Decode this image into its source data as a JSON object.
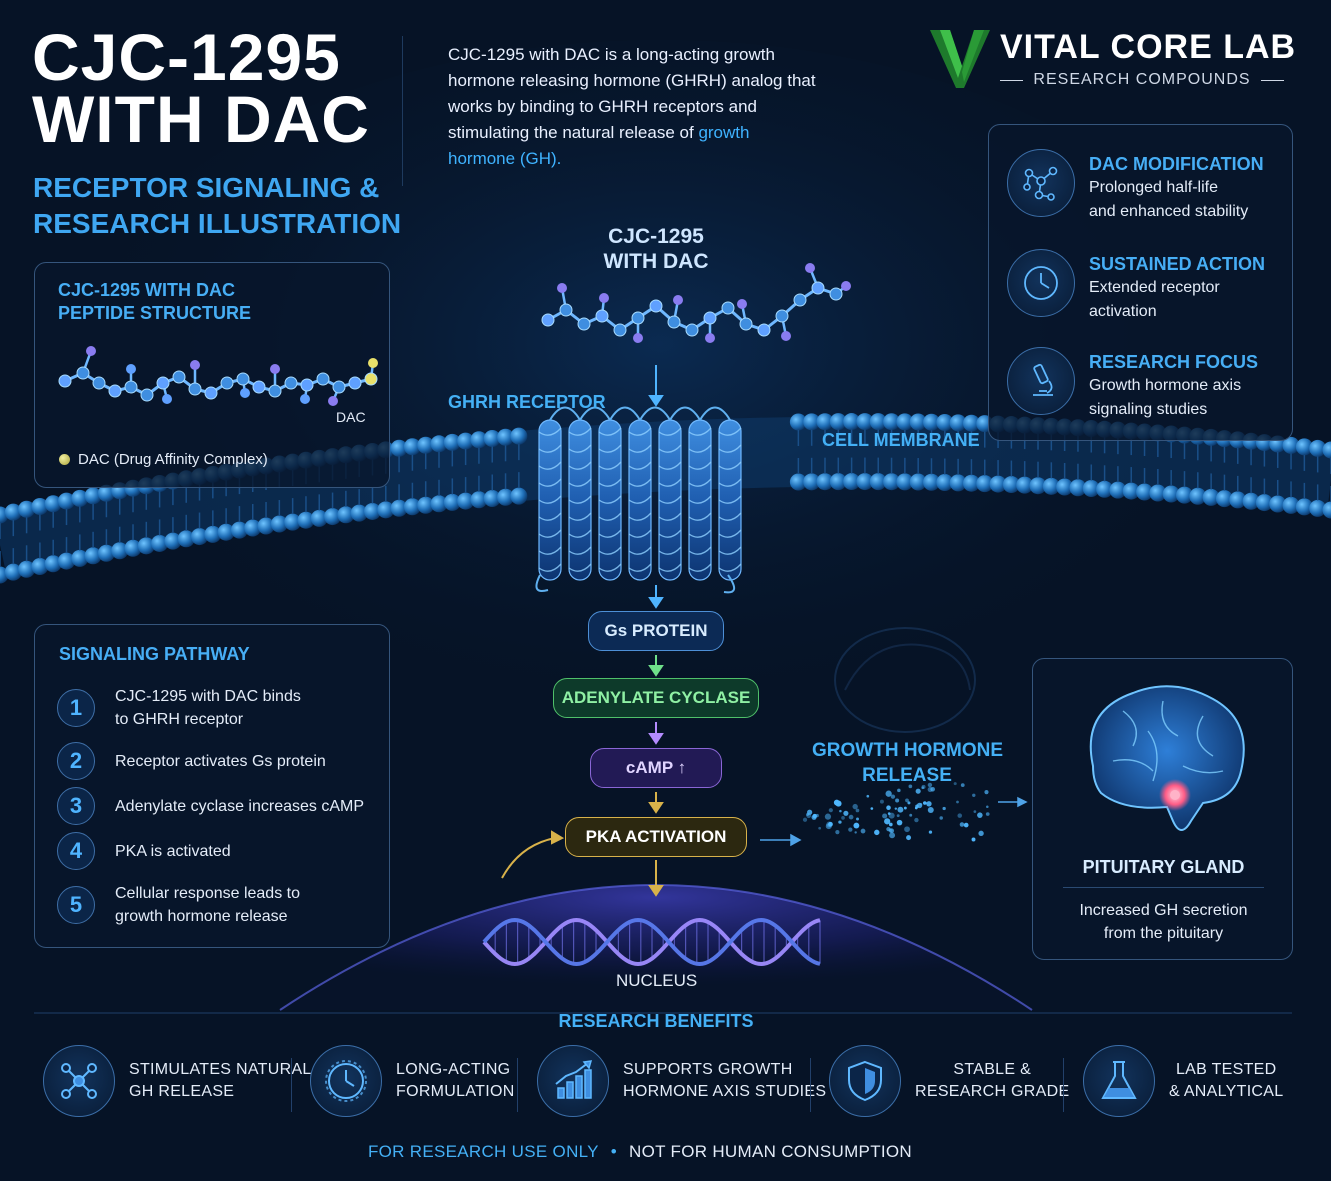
{
  "title": {
    "line1": "CJC-1295",
    "line2": "WITH DAC",
    "sub1": "RECEPTOR SIGNALING &",
    "sub2": "RESEARCH ILLUSTRATION"
  },
  "intro": {
    "text": "CJC-1295 with DAC is a long-acting growth hormone releasing hormone (GHRH) analog that works by binding to GHRH receptors and stimulating the natural release of",
    "highlight": "growth hormone (GH)."
  },
  "brand": {
    "name": "VITAL CORE LAB",
    "tagline": "RESEARCH COMPOUNDS"
  },
  "peptide_panel": {
    "title1": "CJC-1295 WITH DAC",
    "title2": "PEPTIDE STRUCTURE",
    "dac_label": "DAC",
    "legend": "DAC (Drug Affinity Complex)"
  },
  "features": [
    {
      "icon": "molecule-icon",
      "title": "DAC MODIFICATION",
      "line1": "Prolonged half-life",
      "line2": "and enhanced stability"
    },
    {
      "icon": "clock-icon",
      "title": "SUSTAINED ACTION",
      "line1": "Extended receptor",
      "line2": "activation"
    },
    {
      "icon": "microscope-icon",
      "title": "RESEARCH FOCUS",
      "line1": "Growth hormone axis",
      "line2": "signaling studies"
    }
  ],
  "diagram": {
    "compound_label1": "CJC-1295",
    "compound_label2": "WITH DAC",
    "receptor_label": "GHRH RECEPTOR",
    "membrane_label": "CELL MEMBRANE",
    "gs_protein": "Gs PROTEIN",
    "adenylate": "ADENYLATE CYCLASE",
    "camp": "cAMP ↑",
    "pka": "PKA ACTIVATION",
    "nucleus": "NUCLEUS",
    "gh_release1": "GROWTH HORMONE",
    "gh_release2": "RELEASE"
  },
  "pathway": {
    "title": "SIGNALING PATHWAY",
    "steps": [
      {
        "num": "1",
        "text": "CJC-1295 with DAC binds to GHRH receptor"
      },
      {
        "num": "2",
        "text": "Receptor activates Gs protein"
      },
      {
        "num": "3",
        "text": "Adenylate cyclase increases cAMP"
      },
      {
        "num": "4",
        "text": "PKA is activated"
      },
      {
        "num": "5",
        "text": "Cellular response leads to growth hormone release"
      }
    ]
  },
  "pituitary": {
    "title": "PITUITARY GLAND",
    "text1": "Increased GH secretion",
    "text2": "from the pituitary"
  },
  "benefits": {
    "title": "RESEARCH BENEFITS",
    "items": [
      {
        "icon": "network-icon",
        "text": "STIMULATES NATURAL\nGH RELEASE"
      },
      {
        "icon": "clock-icon",
        "text": "LONG-ACTING\nFORMULATION"
      },
      {
        "icon": "bar-chart-icon",
        "text": "SUPPORTS GROWTH\nHORMONE AXIS STUDIES"
      },
      {
        "icon": "shield-icon",
        "text": "STABLE &\nRESEARCH GRADE"
      },
      {
        "icon": "flask-icon",
        "text": "LAB TESTED\n& ANALYTICAL"
      }
    ]
  },
  "footer": {
    "left": "FOR RESEARCH USE ONLY",
    "bullet": "•",
    "right": "NOT FOR HUMAN CONSUMPTION"
  },
  "colors": {
    "background": "#061326",
    "accent_blue": "#3fa7f2",
    "brand_green": "#2f9e3a",
    "adenylate_green": "#6fe08a",
    "camp_purple": "#8f6ad8",
    "pka_gold": "#d8b24a"
  }
}
